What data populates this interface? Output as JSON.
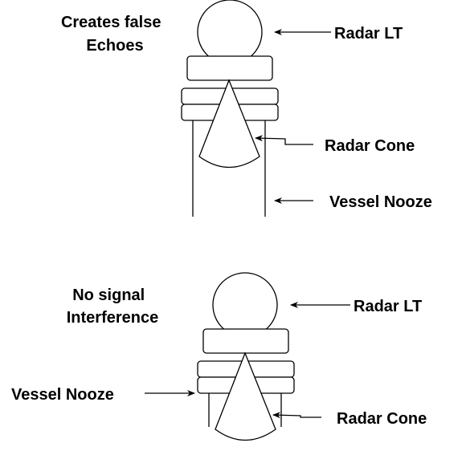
{
  "colors": {
    "stroke": "#000000",
    "fill": "#ffffff",
    "text": "#000000"
  },
  "top": {
    "caption_line1": "Creates false",
    "caption_line2": "Echoes",
    "radar_lt_label": "Radar LT",
    "radar_cone_label": "Radar Cone",
    "vessel_nooze_label": "Vessel Nooze"
  },
  "bottom": {
    "caption_line1": "No signal",
    "caption_line2": "Interference",
    "radar_lt_label": "Radar LT",
    "radar_cone_label": "Radar Cone",
    "vessel_nooze_label": "Vessel Nooze"
  }
}
